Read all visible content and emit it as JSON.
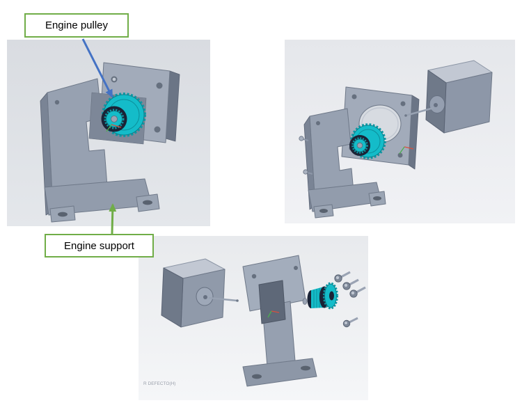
{
  "callouts": {
    "pulley": {
      "label": "Engine pulley"
    },
    "support": {
      "label": "Engine support"
    }
  },
  "watermark": "R DEFECTO(H)",
  "colors": {
    "callout-border": "#70ad47",
    "pulley-arrow": "#4472c4",
    "support-arrow": "#70ad47",
    "teal": "#14bcc9",
    "teal-dark": "#0e98a4",
    "flange": "#1b2336",
    "steel-light": "#c2c8d3",
    "steel-mid": "#98a2b2",
    "steel-dark": "#6f7989",
    "edge": "#5a6373"
  }
}
